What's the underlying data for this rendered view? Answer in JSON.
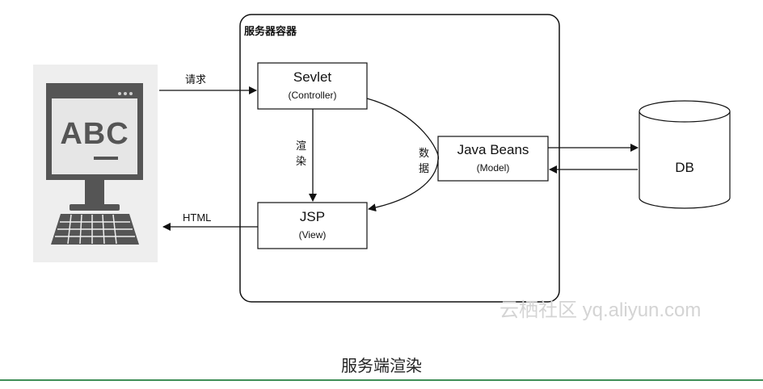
{
  "container": {
    "title": "服务器容器"
  },
  "nodes": {
    "servlet": {
      "title": "Sevlet",
      "subtitle": "(Controller)"
    },
    "jsp": {
      "title": "JSP",
      "subtitle": "(View)"
    },
    "beans": {
      "title": "Java Beans",
      "subtitle": "(Model)"
    },
    "db": {
      "label": "DB"
    }
  },
  "client": {
    "screen_text": "ABC"
  },
  "edges": {
    "request": "请求",
    "render": "渲染",
    "data": "数据",
    "html": "HTML"
  },
  "watermark": "云栖社区 yq.aliyun.com",
  "caption": "服务端渲染",
  "colors": {
    "stroke": "#111111",
    "client_bg": "#eeeeee",
    "monitor": "#555555",
    "screen": "#e6e6e6",
    "bottom_rule": "#3f8e57"
  }
}
